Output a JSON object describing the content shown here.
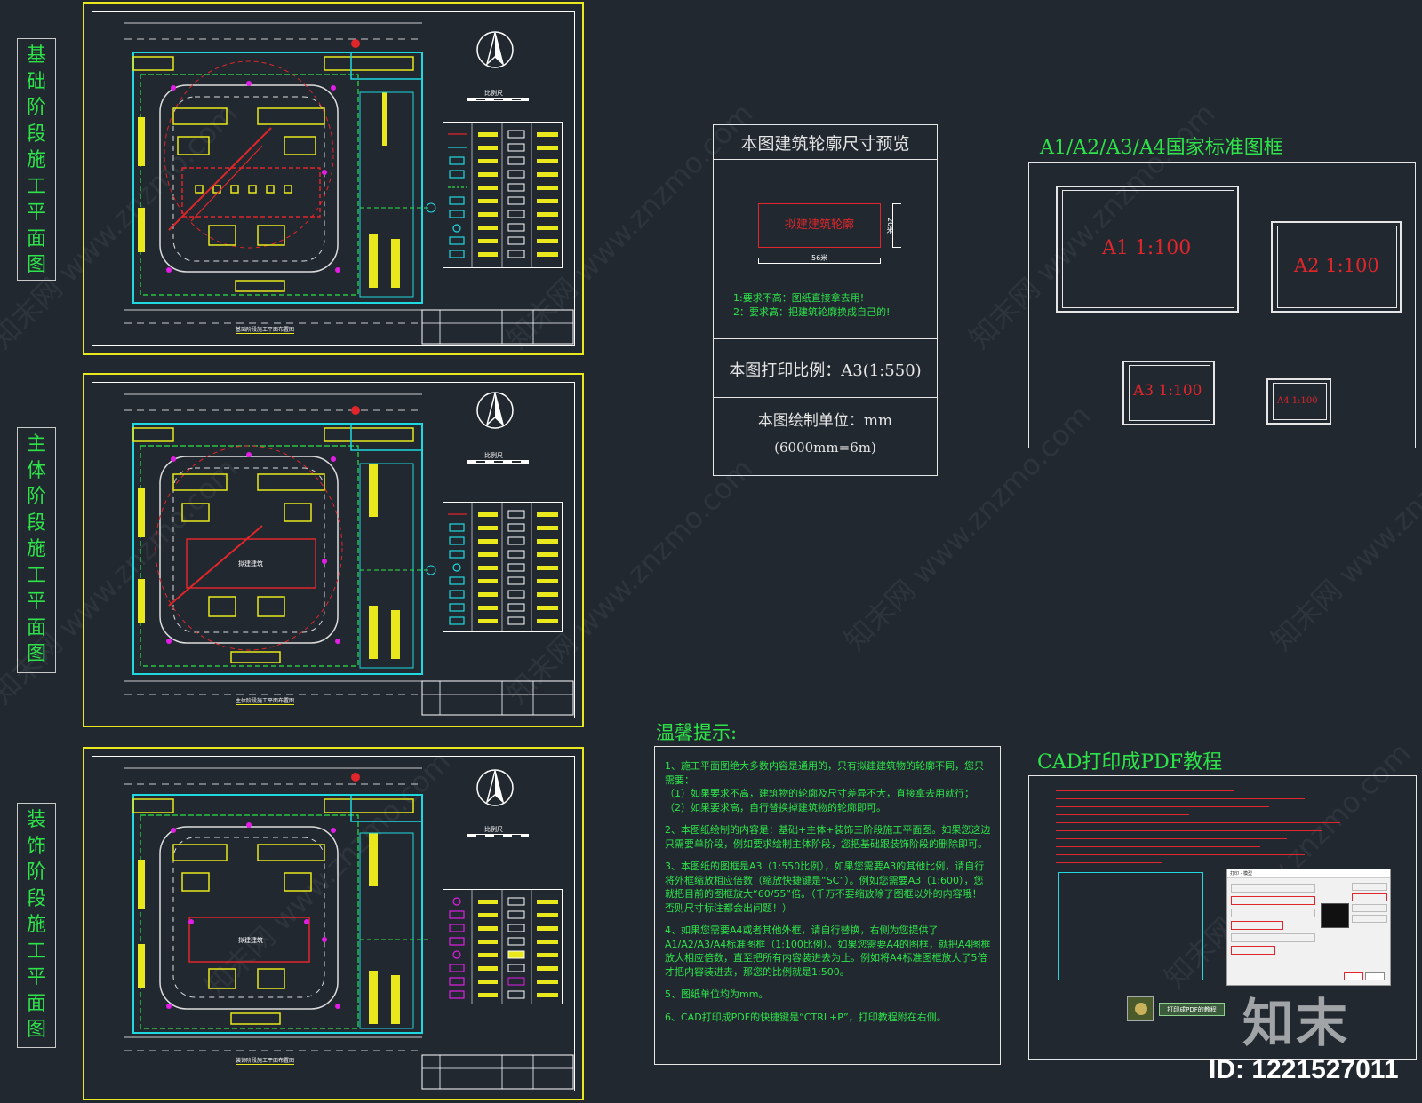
{
  "stage_labels": [
    {
      "text": "基础阶段施工平面图"
    },
    {
      "text": "主体阶段施工平面图"
    },
    {
      "text": "装饰阶段施工平面图"
    }
  ],
  "sheets": [
    {
      "title_caption": "基础阶段施工平面布置图",
      "building_label": ""
    },
    {
      "title_caption": "主体阶段施工平面布置图",
      "building_label": "拟建建筑"
    },
    {
      "title_caption": "装饰阶段施工平面布置图",
      "building_label": "拟建建筑"
    }
  ],
  "scale_bar_label": "比例尺",
  "preview": {
    "title": "本图建筑轮廓尺寸预览",
    "building_label": "拟建建筑轮廓",
    "width_dim": "56米",
    "height_dim": "20米",
    "note1": "1:要求不高：图纸直接拿去用!",
    "note2": "2：要求高：把建筑轮廓换成自己的!",
    "print_scale": "本图打印比例：A3(1:550)",
    "unit_title": "本图绘制单位：mm",
    "unit_example": "(6000mm=6m)"
  },
  "frames": {
    "title": "A1/A2/A3/A4国家标准图框",
    "a1": "A1 1:100",
    "a2": "A2 1:100",
    "a3": "A3 1:100",
    "a4": "A4 1:100"
  },
  "tips": {
    "title": "温馨提示:",
    "p1": "1、施工平面图绝大多数内容是通用的，只有拟建建筑物的轮廓不同，您只需要：\n（1）如果要求不高，建筑物的轮廓及尺寸差异不大，直接拿去用就行；\n（2）如果要求高，自行替换掉建筑物的轮廓即可。",
    "p2": "2、本图纸绘制的内容是：基础+主体+装饰三阶段施工平面图。如果您这边只需要单阶段，例如要求绘制主体阶段，您把基础跟装饰阶段的删除即可。",
    "p3": "3、本图纸的图框是A3（1:550比例），如果您需要A3的其他比例，请自行将外框缩放相应倍数（缩放快捷键是“SC”）。例如您需要A3（1:600），您就把目前的图框放大“60/55”倍。（千万不要缩放除了图框以外的内容哦！否则尺寸标注都会出问题！）",
    "p4": "4、如果您需要A4或者其他外框，请自行替换，右侧为您提供了A1/A2/A3/A4标准图框（1:100比例）。如果您需要A4的图框，就把A4图框放大相应倍数，直至把所有内容装进去为止。例如将A4标准图框放大了5倍才把内容装进去，那您的比例就是1:500。",
    "p5": "5、图纸单位均为mm。",
    "p6": "6、CAD打印成PDF的快捷键是“CTRL+P”，打印教程附在右侧。"
  },
  "tutorial": {
    "title": "CAD打印成PDF教程",
    "button": "打印成PDF的教程",
    "dialog_title": "打印 - 模型"
  },
  "logo": "知末",
  "id_label": "ID: 1221527011",
  "watermark": "知末网 www.znzmo.com",
  "colors": {
    "background": "#212830",
    "frame_yellow": "#e8e81c",
    "cyan": "#1fd8e0",
    "green_text": "#2ee34a",
    "red": "#e0262a",
    "magenta": "#e21ee6"
  }
}
